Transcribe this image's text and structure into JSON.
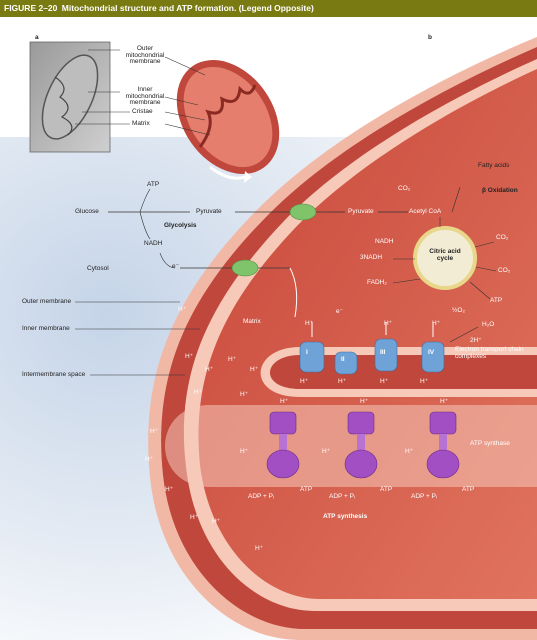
{
  "header": {
    "figure_number": "FIGURE 2–20",
    "title": "Mitochondrial structure and ATP formation. (Legend Opposite)"
  },
  "panel_labels": {
    "a": "a",
    "b": "b"
  },
  "panel_a": {
    "labels": {
      "outer": "Outer mitochondrial membrane",
      "inner": "Inner mitochondrial membrane",
      "cristae": "Cristae",
      "matrix": "Matrix"
    }
  },
  "panel_b": {
    "atp_top": "ATP",
    "glucose": "Glucose",
    "pyruvate_left": "Pyruvate",
    "glycolysis": "Glycolysis",
    "nadh_left": "NADH",
    "cytosol": "Cytosol",
    "e_minus_left": "e⁻",
    "pyruvate_matrix": "Pyruvate",
    "acetyl_coa": "Acetyl CoA",
    "co2_top": "CO₂",
    "fatty_acids": "Fatty acids",
    "beta_oxidation": "β Oxidation",
    "nadh_matrix": "NADH",
    "three_nadh": "3NADH",
    "fadh2": "FADH₂",
    "citric_cycle": "Citric acid cycle",
    "co2_r1": "CO₂",
    "co2_r2": "CO₂",
    "atp_cycle": "ATP",
    "half_o2": "½O₂",
    "h2o": "H₂O",
    "two_h": "2H⁺",
    "matrix": "Matrix",
    "e_minus_matrix": "e⁻",
    "outer_membrane": "Outer membrane",
    "inner_membrane": "Inner membrane",
    "intermembrane_space": "Intermembrane space",
    "etc": "Electron transport chain complexes",
    "complexes": [
      "I",
      "II",
      "III",
      "IV"
    ],
    "atp_synthase": "ATP synthase",
    "atp_synthesis": "ATP synthesis",
    "adp_pi": "ADP + Pᵢ",
    "atp": "ATP",
    "h_plus": "H⁺"
  },
  "colors": {
    "header_bg": "#7a7a12",
    "outer_tissue": "#b83a30",
    "inner_tissue": "#d9604f",
    "membrane_light": "#f6c9b9",
    "cytosol": "#d9e3f0",
    "complex_blue": "#6fa3d8",
    "synthase_purple": "#a14fc2",
    "transporter_green": "#7fc46a",
    "citric_ring": "#e8d78a"
  }
}
